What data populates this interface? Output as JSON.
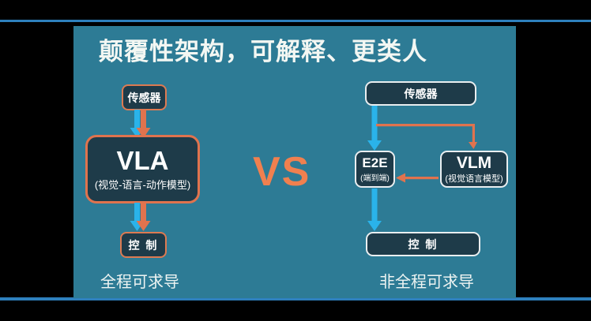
{
  "title": "颠覆性架构，可解释、更类人",
  "vs_label": "VS",
  "left_branch": {
    "sensor_label": "传感器",
    "model_name": "VLA",
    "model_subtitle": "(视觉-语言-动作模型)",
    "control_label": "控 制",
    "caption": "全程可求导"
  },
  "right_branch": {
    "sensor_label": "传感器",
    "e2e_name": "E2E",
    "e2e_subtitle": "(端到端)",
    "vlm_name": "VLM",
    "vlm_subtitle": "(视觉语言模型)",
    "control_label": "控 制",
    "caption": "非全程可求导"
  },
  "colors": {
    "panel_background": "#2d7b95",
    "node_fill": "#1e3b49",
    "orange_accent": "#e0734e",
    "blue_arrow": "#2ab3ea",
    "white_border": "#e9eef0",
    "frame_line_blue": "#2e80bd",
    "vs_text": "#f0804f"
  }
}
